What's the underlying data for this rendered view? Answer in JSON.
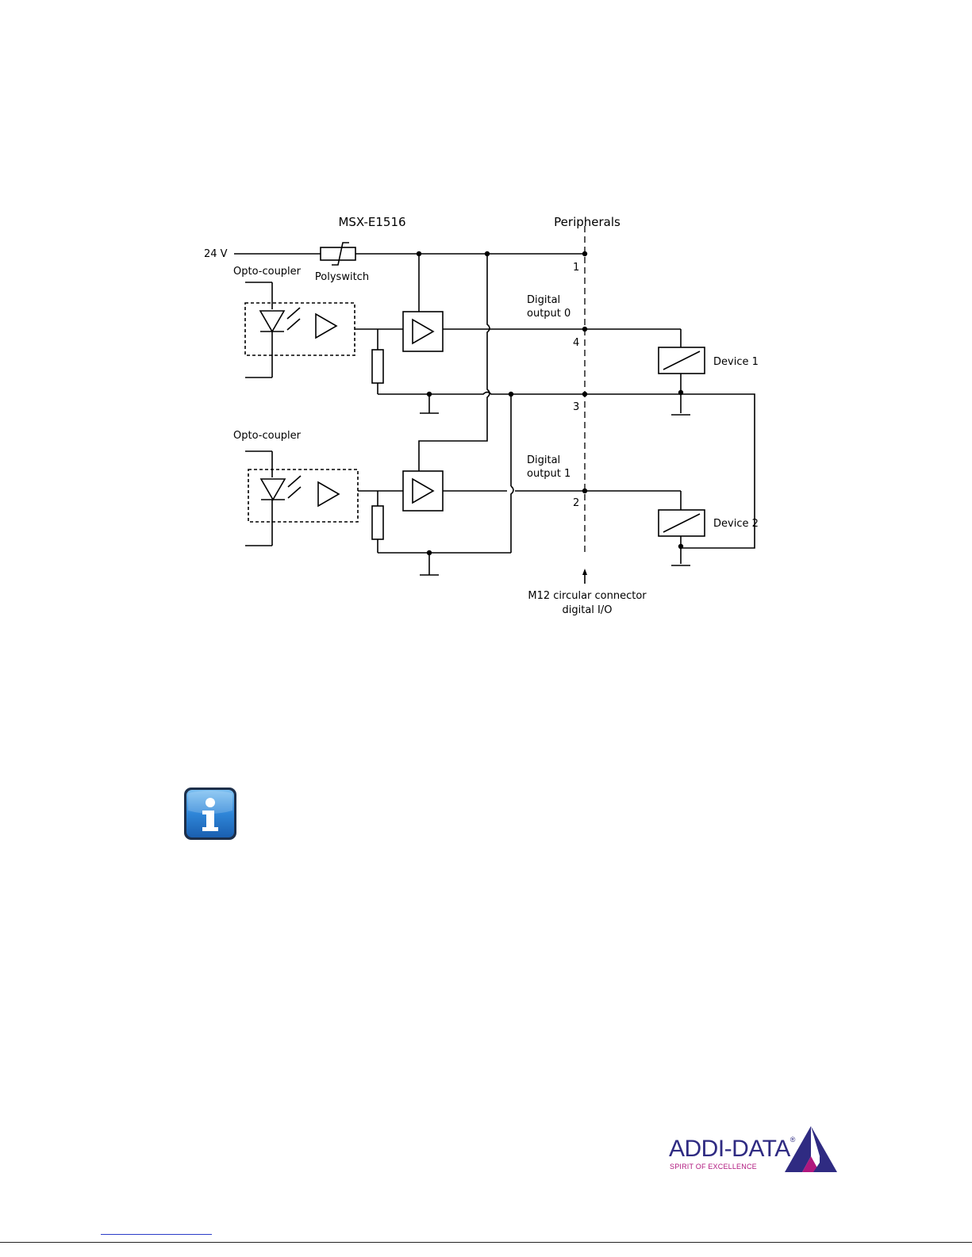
{
  "diagram": {
    "title_board": "MSX-E1516",
    "title_peripherals": "Peripherals",
    "supply_label": "24 V",
    "polyswitch_label": "Polyswitch",
    "opto_coupler_top": "Opto-coupler",
    "opto_coupler_bottom": "Opto-coupler",
    "digital_output_0_line1": "Digital",
    "digital_output_0_line2": "output 0",
    "digital_output_1_line1": "Digital",
    "digital_output_1_line2": "output 1",
    "pin_1": "1",
    "pin_4": "4",
    "pin_3": "3",
    "pin_2": "2",
    "device_1": "Device 1",
    "device_2": "Device 2",
    "connector_line1": "M12 circular connector",
    "connector_line2": "digital I/O"
  },
  "info_icon": "info-icon",
  "logo": {
    "wordmark": "ADDI-DATA",
    "registered": "®",
    "tagline": "SPIRIT OF EXCELLENCE",
    "colors": {
      "primary": "#2f2b82",
      "accent": "#b0177e"
    }
  }
}
